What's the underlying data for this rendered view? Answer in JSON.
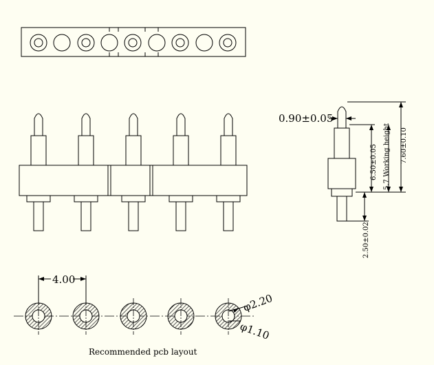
{
  "dimensions": {
    "pin_diameter": "0.90±0.05",
    "pitch": "4.00",
    "pad_outer": "φ2.20",
    "hole_inner": "φ1.10",
    "tail_length": "2.50±0.02",
    "stroke": "6.50±0.05",
    "working_height": "5.7 Working height",
    "total_height": "7.60±0.10"
  },
  "layout_caption": "Recommended pcb layout",
  "colors": {
    "background": "#fefef2",
    "line": "#000000",
    "hatch": "#333333"
  }
}
